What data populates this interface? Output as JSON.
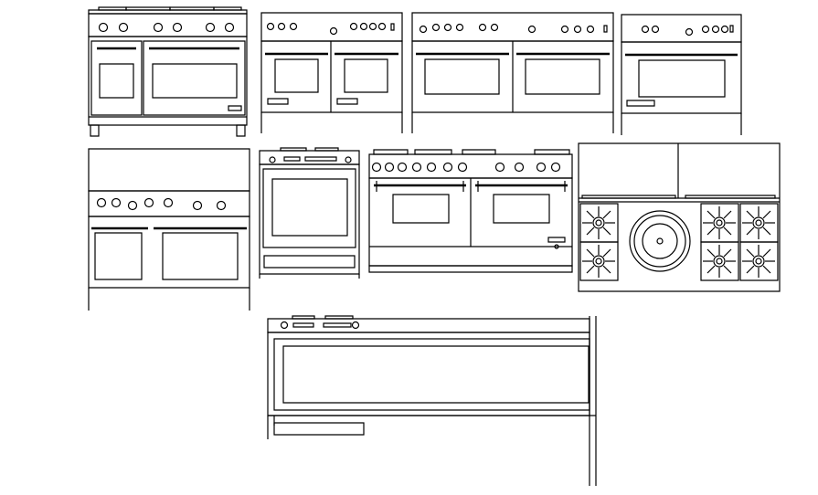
{
  "diagram": {
    "background": "#ffffff",
    "line_color": "#000000",
    "appliances": [
      {
        "name": "range-1",
        "kind": "freestanding-range",
        "knobs": 6,
        "oven_doors": 2
      },
      {
        "name": "range-2",
        "kind": "range-front",
        "knobs": 9,
        "oven_doors": 2
      },
      {
        "name": "range-3",
        "kind": "range-front",
        "knobs": 10,
        "oven_doors": 2
      },
      {
        "name": "range-4",
        "kind": "range-front",
        "knobs": 7,
        "oven_doors": 1
      },
      {
        "name": "range-5",
        "kind": "range-with-hood",
        "knobs": 7,
        "oven_doors": 2
      },
      {
        "name": "range-6",
        "kind": "single-oven-range",
        "knobs": 3,
        "oven_doors": 1
      },
      {
        "name": "range-7",
        "kind": "professional-range",
        "knobs": 11,
        "oven_doors": 2
      },
      {
        "name": "cooktop-plan",
        "kind": "cooktop-top-view",
        "burners": 6,
        "griddle": 1
      },
      {
        "name": "range-9",
        "kind": "wide-range-front",
        "knobs": 3,
        "oven_doors": 1
      }
    ]
  }
}
